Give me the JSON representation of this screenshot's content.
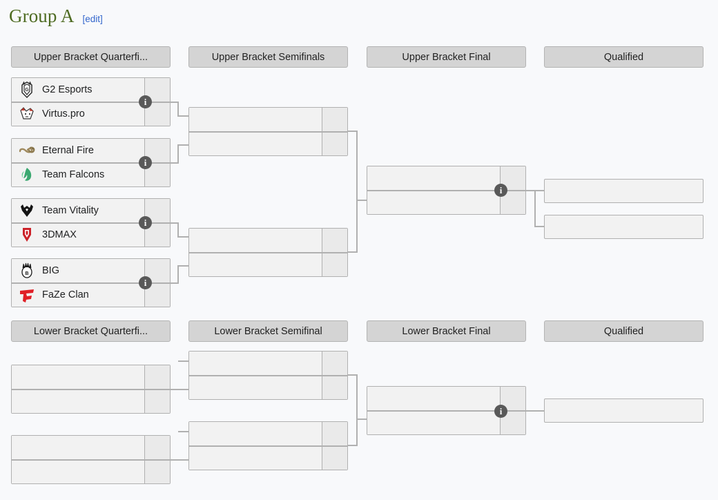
{
  "page": {
    "title": "Group A",
    "edit_label": "[edit]",
    "edit_text": "edit",
    "bracket_left": "[",
    "bracket_right": "]",
    "background_color": "#f8f9fb",
    "title_color": "#4e6b22",
    "link_color": "#3366cc",
    "box_border_color": "#b0b0b0",
    "box_fill_color": "#f2f2f2",
    "header_fill_color": "#d4d4d4",
    "info_icon_color": "#595959"
  },
  "upper_bracket": {
    "headers": [
      {
        "label": "Upper Bracket Quarterfi..."
      },
      {
        "label": "Upper Bracket Semifinals"
      },
      {
        "label": "Upper Bracket Final"
      },
      {
        "label": "Qualified"
      }
    ],
    "quarterfinals": [
      {
        "info": "i",
        "teams": [
          {
            "name": "G2 Esports",
            "logo": "g2-logo",
            "score": ""
          },
          {
            "name": "Virtus.pro",
            "logo": "virtuspro-logo",
            "score": ""
          }
        ]
      },
      {
        "info": "i",
        "teams": [
          {
            "name": "Eternal Fire",
            "logo": "eternalfire-logo",
            "score": ""
          },
          {
            "name": "Team Falcons",
            "logo": "falcons-logo",
            "score": ""
          }
        ]
      },
      {
        "info": "i",
        "teams": [
          {
            "name": "Team Vitality",
            "logo": "vitality-logo",
            "score": ""
          },
          {
            "name": "3DMAX",
            "logo": "3dmax-logo",
            "score": ""
          }
        ]
      },
      {
        "info": "i",
        "teams": [
          {
            "name": "BIG",
            "logo": "big-logo",
            "score": ""
          },
          {
            "name": "FaZe Clan",
            "logo": "faze-logo",
            "score": ""
          }
        ]
      }
    ],
    "semifinals": [
      {
        "teams": [
          {
            "name": "",
            "score": ""
          },
          {
            "name": "",
            "score": ""
          }
        ]
      },
      {
        "teams": [
          {
            "name": "",
            "score": ""
          },
          {
            "name": "",
            "score": ""
          }
        ]
      }
    ],
    "final": {
      "info": "i",
      "teams": [
        {
          "name": "",
          "score": ""
        },
        {
          "name": "",
          "score": ""
        }
      ]
    },
    "qualified": [
      {
        "name": ""
      },
      {
        "name": ""
      }
    ]
  },
  "lower_bracket": {
    "headers": [
      {
        "label": "Lower Bracket Quarterfi..."
      },
      {
        "label": "Lower Bracket Semifinal"
      },
      {
        "label": "Lower Bracket Final"
      },
      {
        "label": "Qualified"
      }
    ],
    "quarterfinals": [
      {
        "teams": [
          {
            "name": "",
            "score": ""
          },
          {
            "name": "",
            "score": ""
          }
        ]
      },
      {
        "teams": [
          {
            "name": "",
            "score": ""
          },
          {
            "name": "",
            "score": ""
          }
        ]
      }
    ],
    "semifinals": [
      {
        "teams": [
          {
            "name": "",
            "score": ""
          },
          {
            "name": "",
            "score": ""
          }
        ]
      },
      {
        "teams": [
          {
            "name": "",
            "score": ""
          },
          {
            "name": "",
            "score": ""
          }
        ]
      }
    ],
    "final": {
      "info": "i",
      "teams": [
        {
          "name": "",
          "score": ""
        },
        {
          "name": "",
          "score": ""
        }
      ]
    },
    "qualified": [
      {
        "name": ""
      }
    ]
  }
}
